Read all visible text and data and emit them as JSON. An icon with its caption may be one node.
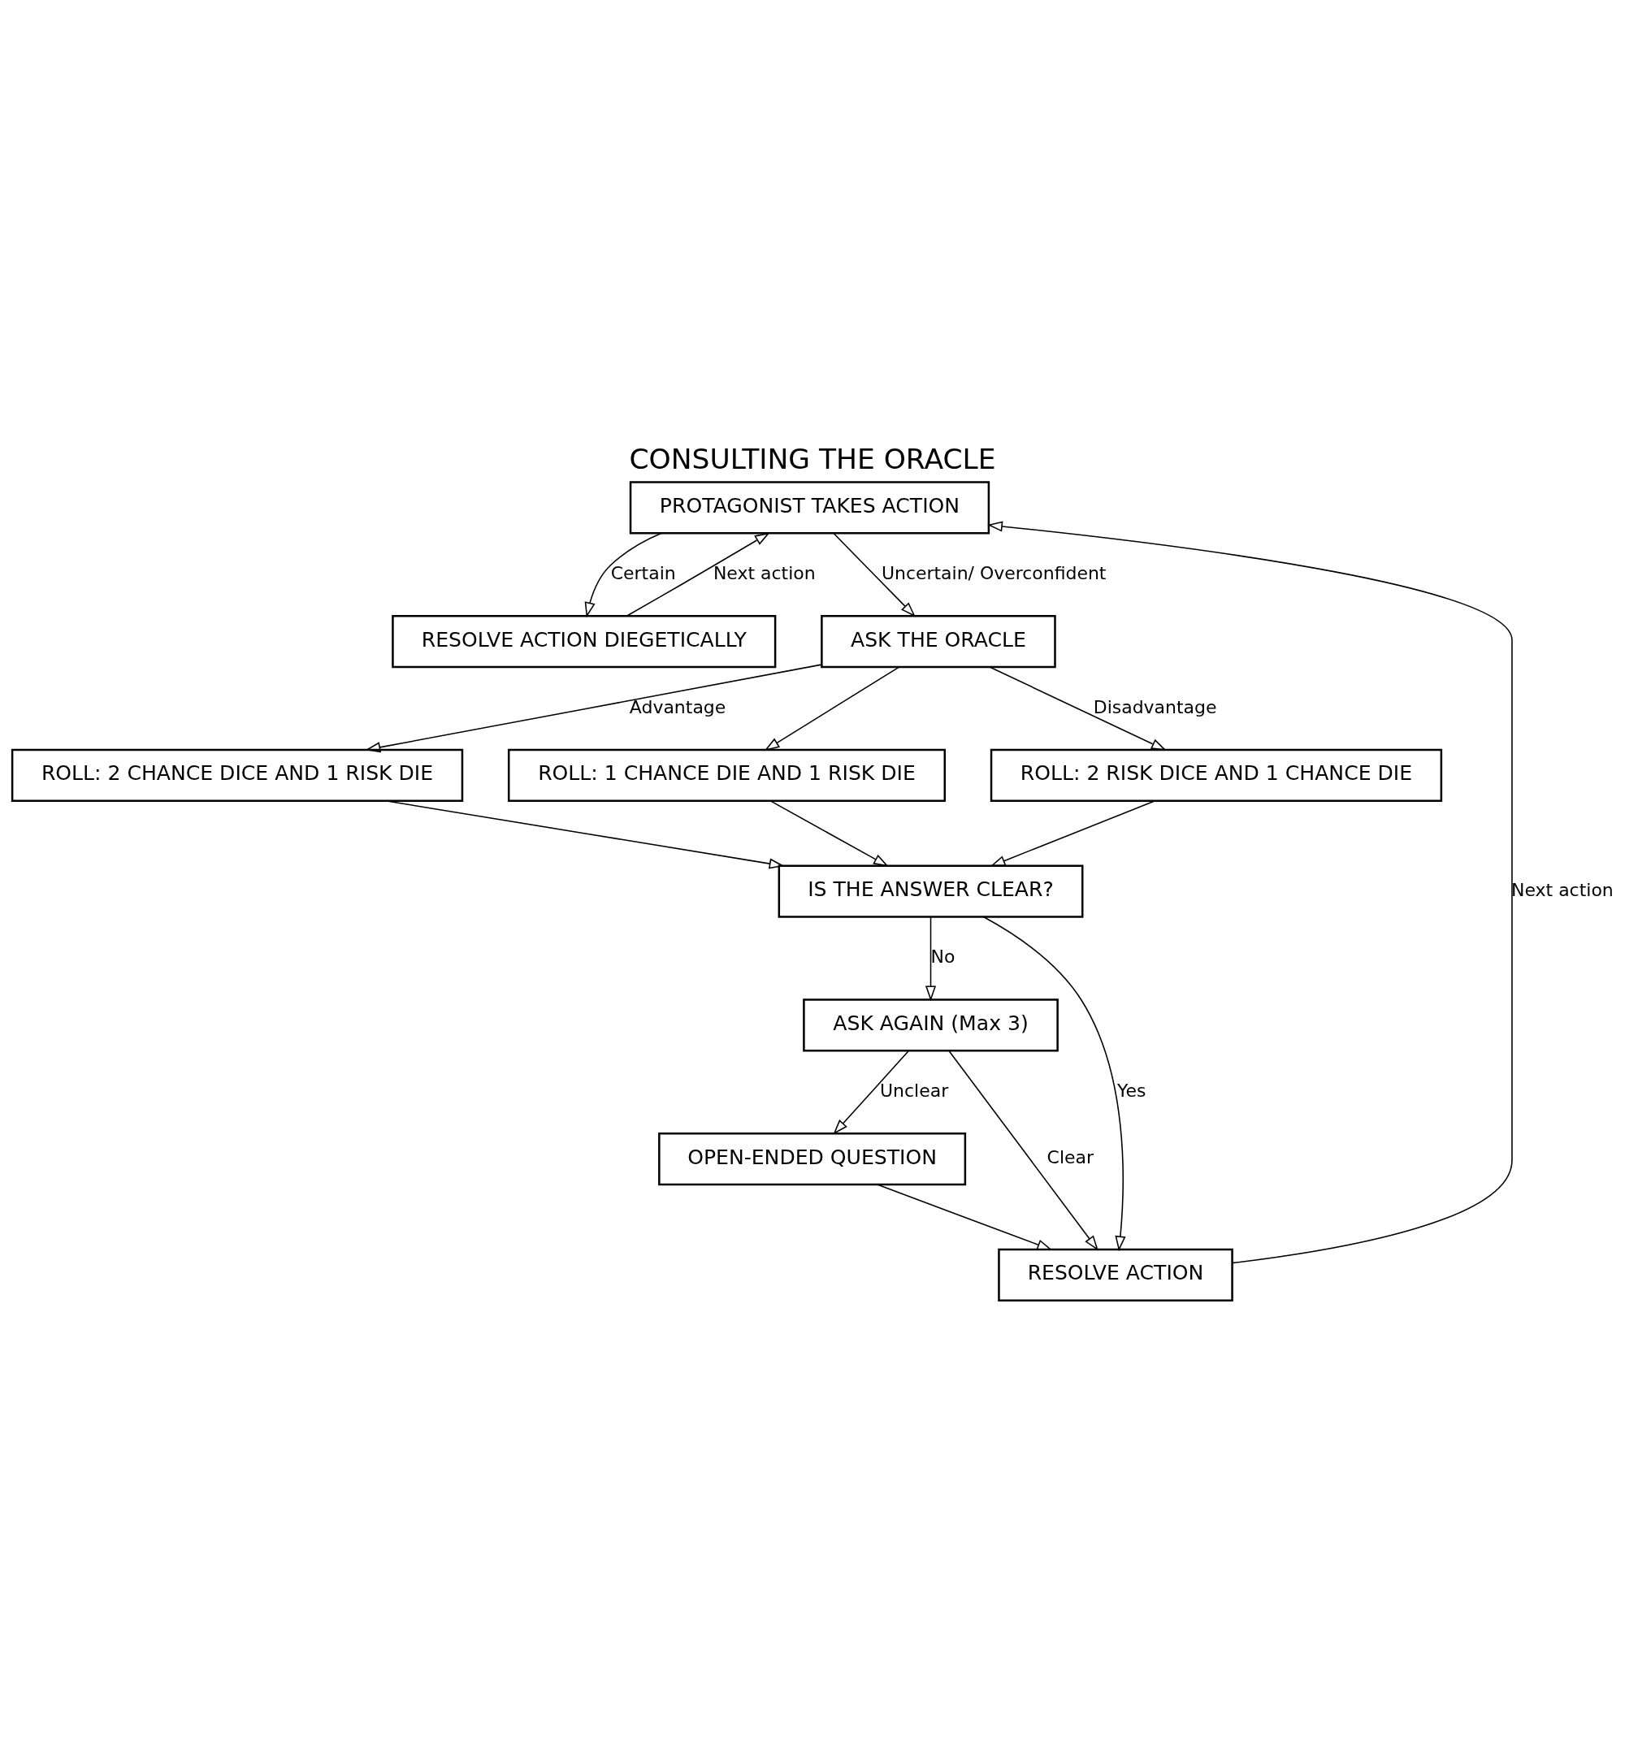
{
  "diagram": {
    "title": "CONSULTING THE ORACLE",
    "nodes": [
      {
        "text": [
          "PROTAGONIST TAKES ACTION"
        ]
      },
      {
        "text": [
          "RESOLVE ACTION DIEGETICALLY"
        ]
      },
      {
        "text": [
          "ASK THE ORACLE"
        ]
      },
      {
        "text": [
          "ROLL: 2 CHANCE DICE AND 1 RISK DIE"
        ]
      },
      {
        "text": [
          "ROLL: 1 CHANCE DIE AND 1 RISK DIE"
        ]
      },
      {
        "text": [
          "ROLL: 2 RISK DICE AND 1 CHANCE DIE"
        ]
      },
      {
        "text": [
          "IS THE ANSWER CLEAR?"
        ]
      },
      {
        "text": [
          "ASK AGAIN (Max 3)"
        ]
      },
      {
        "text": [
          "OPEN-ENDED QUESTION"
        ]
      },
      {
        "text": [
          "RESOLVE ACTION"
        ]
      }
    ],
    "edges": [
      {
        "from": 0,
        "to": 1,
        "arrow": "to",
        "label": "Certain"
      },
      {
        "from": 1,
        "to": 0,
        "arrow": "to",
        "label": "Next action"
      },
      {
        "from": 0,
        "to": 2,
        "arrow": "to",
        "label": "Uncertain/ Overconfident"
      },
      {
        "from": 2,
        "to": 3,
        "arrow": "to",
        "label": "Advantage"
      },
      {
        "from": 2,
        "to": 4,
        "arrow": "to"
      },
      {
        "from": 2,
        "to": 5,
        "arrow": "to",
        "label": "Disadvantage"
      },
      {
        "from": 3,
        "to": 6,
        "arrow": "to"
      },
      {
        "from": 4,
        "to": 6,
        "arrow": "to"
      },
      {
        "from": 5,
        "to": 6,
        "arrow": "to"
      },
      {
        "from": 6,
        "to": 7,
        "arrow": "to",
        "label": "No"
      },
      {
        "from": 6,
        "to": 9,
        "arrow": "to",
        "label": "Yes"
      },
      {
        "from": 7,
        "to": 8,
        "arrow": "to",
        "label": "Unclear"
      },
      {
        "from": 7,
        "to": 9,
        "arrow": "to",
        "label": "Clear"
      },
      {
        "from": 8,
        "to": 9,
        "arrow": "to"
      },
      {
        "from": 9,
        "to": 0,
        "arrow": "to",
        "label": "Next action"
      }
    ]
  }
}
